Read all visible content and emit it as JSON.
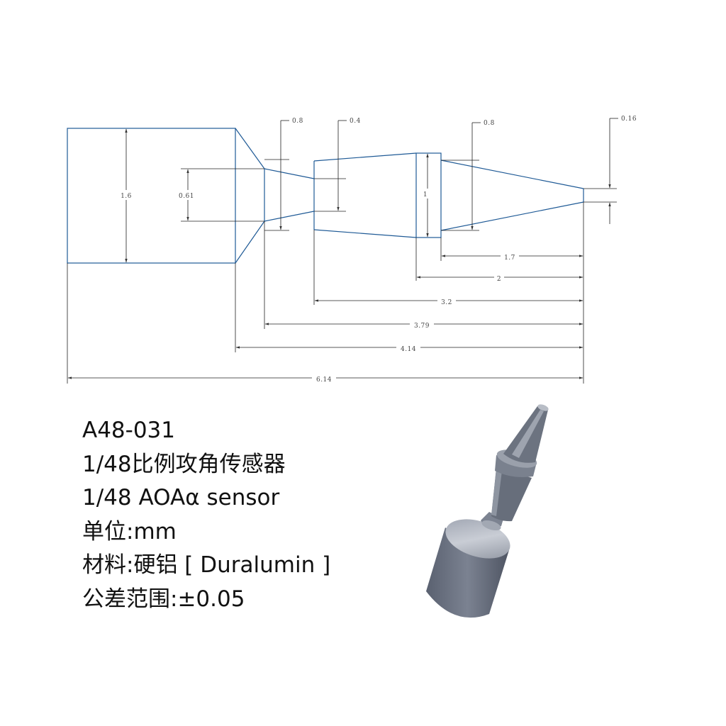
{
  "drawing": {
    "dimensions": {
      "dia_1_6": "1.6",
      "dia_0_61": "0.61",
      "dia_0_8_a": "0.8",
      "dia_0_4": "0.4",
      "dia_1": "1",
      "dia_0_8_b": "0.8",
      "dia_0_16": "0.16",
      "len_1_7": "1.7",
      "len_2": "2",
      "len_3_2": "3.2",
      "len_3_79": "3.79",
      "len_4_14": "4.14",
      "len_6_14": "6.14"
    }
  },
  "spec": {
    "part_number": "A48-031",
    "name_cn": "1/48比例攻角传感器",
    "name_en": "1/48 AOAα  sensor",
    "unit": "单位:mm",
    "material": "材料:硬铝 [ Duralumin ]",
    "tolerance": "公差范围:±0.05"
  },
  "colors": {
    "outline": "#1f5a96",
    "dimension": "#222222",
    "render_body": "#6d7380"
  }
}
